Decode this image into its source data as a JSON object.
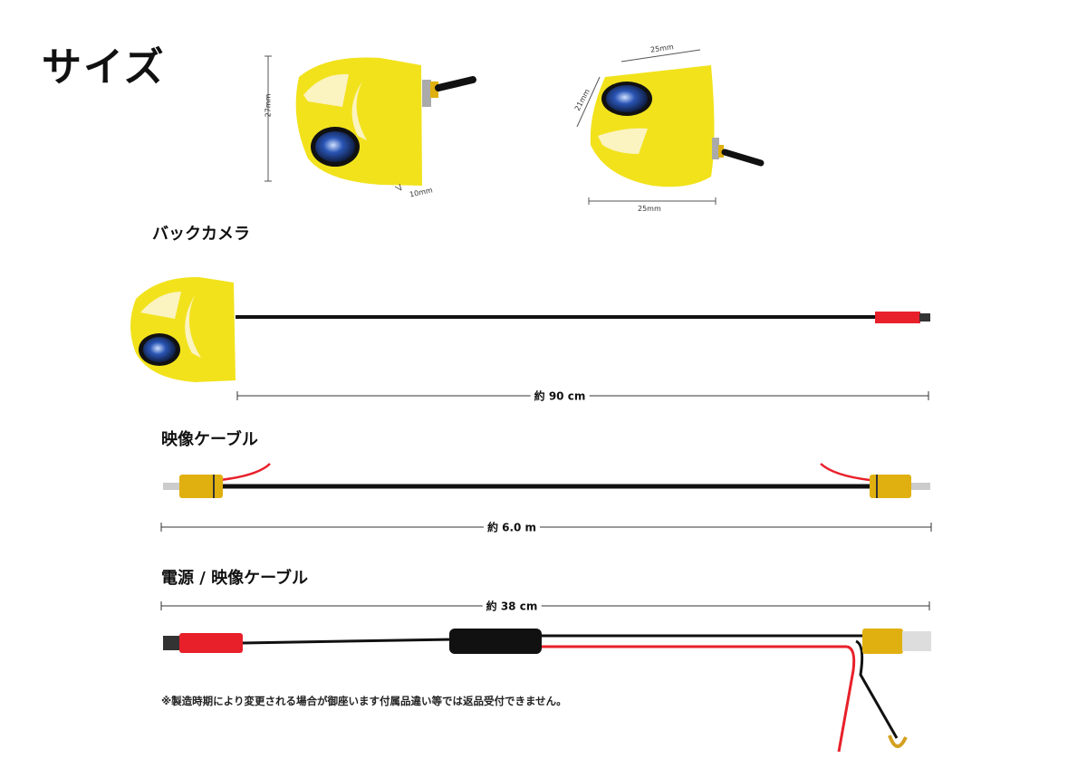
{
  "title": "サイズ",
  "camera_dimensions": {
    "front_height": "27mm",
    "front_depth": "10mm",
    "top_width": "25mm",
    "side_height": "21mm",
    "bottom_width": "25mm"
  },
  "sections": [
    {
      "heading": "バックカメラ",
      "length": "約 90 cm"
    },
    {
      "heading": "映像ケーブル",
      "length": "約 6.0 m"
    },
    {
      "heading": "電源 / 映像ケーブル",
      "length": "約 38 cm"
    }
  ],
  "note": "※製造時期により変更される場合が御座います付属品違い等では返品受付できません。",
  "colors": {
    "camera_yellow": "#f2e21c",
    "wire_red": "#e8202a",
    "connector_gold": "#e0b010",
    "cable_black": "#111111"
  }
}
